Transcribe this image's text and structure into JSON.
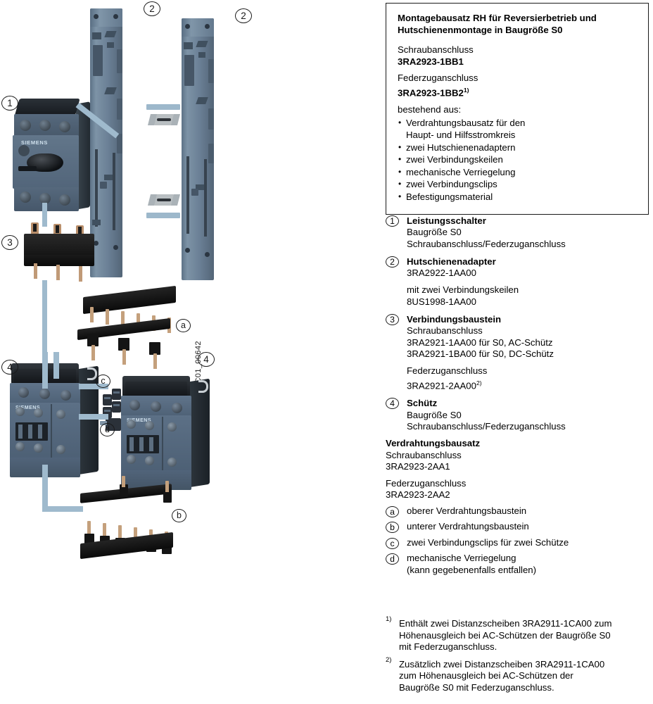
{
  "info_box": {
    "title_line1": "Montagebausatz RH für Reversierbetrieb und",
    "title_line2": "Hutschienenmontage in Baugröße S0",
    "conn1_label": "Schraubanschluss",
    "conn1_order": "3RA2923-1BB1",
    "conn2_label": "Federzuganschluss",
    "conn2_order": "3RA2923-1BB2",
    "conn2_footnote": "1)",
    "consists_label": "bestehend aus:",
    "items": [
      {
        "text": "Verdrahtungsbausatz für den",
        "cont": "Haupt- und Hilfsstromkreis"
      },
      {
        "text": "zwei Hutschienenadaptern",
        "cont": ""
      },
      {
        "text": "zwei Verbindungskeilen",
        "cont": ""
      },
      {
        "text": "mechanische Verriegelung",
        "cont": ""
      },
      {
        "text": "zwei Verbindungsclips",
        "cont": ""
      },
      {
        "text": "Befestigungsmaterial",
        "cont": ""
      }
    ]
  },
  "legend": [
    {
      "marker": "1",
      "head": "Leistungsschalter",
      "lines": [
        "Baugröße S0",
        "Schraubanschluss/Federzuganschluss"
      ],
      "group2": []
    },
    {
      "marker": "2",
      "head": "Hutschienenadapter",
      "lines": [
        "3RA2922-1AA00"
      ],
      "group2": [
        "mit zwei Verbindungskeilen",
        "8US1998-1AA00"
      ]
    },
    {
      "marker": "3",
      "head": "Verbindungsbaustein",
      "lines": [
        "Schraubanschluss",
        "3RA2921-1AA00 für S0, AC-Schütz",
        "3RA2921-1BA00 für S0, DC-Schütz"
      ],
      "group2": [
        "Federzuganschluss",
        "3RA2921-2AA00"
      ],
      "group2_footnote": "2)"
    },
    {
      "marker": "4",
      "head": "Schütz",
      "lines": [
        "Baugröße S0",
        "Schraubanschluss/Federzuganschluss"
      ],
      "group2": []
    }
  ],
  "wiring_kit": {
    "head": "Verdrahtungsbausatz",
    "conn1_label": "Schraubanschluss",
    "conn1_order": "3RA2923-2AA1",
    "conn2_label": "Federzuganschluss",
    "conn2_order": "3RA2923-2AA2",
    "letters": [
      {
        "marker": "a",
        "text": "oberer Verdrahtungsbaustein",
        "cont": ""
      },
      {
        "marker": "b",
        "text": "unterer Verdrahtungsbaustein",
        "cont": ""
      },
      {
        "marker": "c",
        "text": "zwei Verbindungsclips für zwei Schütze",
        "cont": ""
      },
      {
        "marker": "d",
        "text": "mechanische Verriegelung",
        "cont": "(kann gegebenenfalls entfallen)"
      }
    ]
  },
  "footnotes": [
    {
      "mark": "1)",
      "line1": "Enthält zwei Distanzscheiben 3RA2911-1CA00 zum",
      "line2": "Höhenausgleich bei AC-Schützen der Baugröße S0",
      "line3": "mit Federzuganschluss."
    },
    {
      "mark": "2)",
      "line1": "Zusätzlich zwei Distanzscheiben 3RA2911-1CA00",
      "line2": "zum Höhenausgleich bei AC-Schützen der",
      "line3": "Baugröße S0 mit Federzuganschluss."
    }
  ],
  "illustration": {
    "image_code": "IC01_00642",
    "brand": "SIEMENS",
    "callouts": {
      "adapter_top_left": "2",
      "adapter_top_right": "2",
      "breaker": "1",
      "connection_module": "3",
      "contactor_left": "4",
      "contactor_right": "4",
      "upper_wiring": "a",
      "lower_wiring": "b",
      "clips": "c",
      "interlock": "d"
    }
  },
  "colors": {
    "device_blue": "#5c7086",
    "device_black": "#1a1e22",
    "accent_pipe": "#9fbacd",
    "copper": "#c4a07c",
    "border": "#1a1a1a"
  }
}
